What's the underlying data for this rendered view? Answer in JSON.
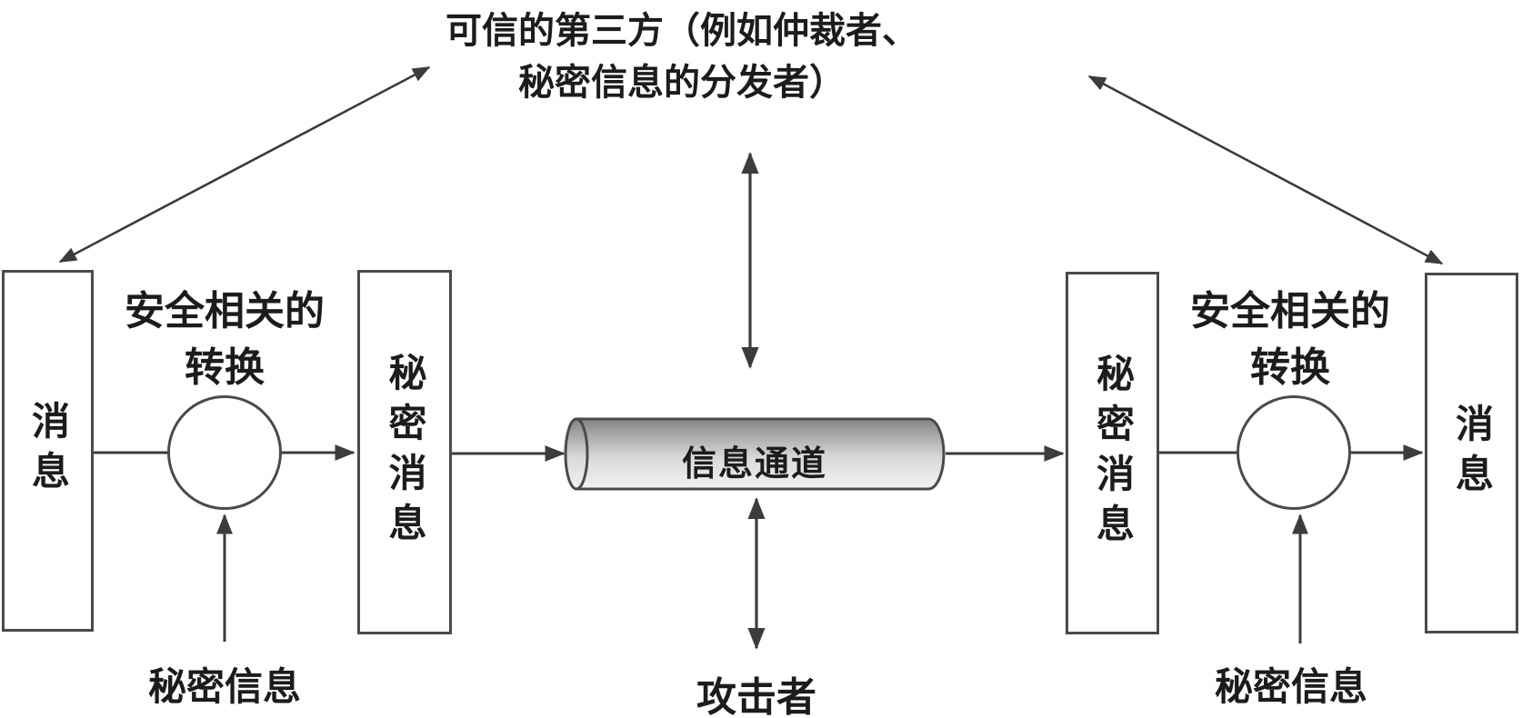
{
  "diagram": {
    "trusted_third_party": {
      "line1": "可信的第三方（例如仲裁者、",
      "line2": "秘密信息的分发者）"
    },
    "sender": {
      "message_box": "消息",
      "transform_line1": "安全相关的",
      "transform_line2": "转换",
      "secret_message_box": "秘密消息",
      "secret_info_label": "秘密信息"
    },
    "receiver": {
      "message_box": "消息",
      "transform_line1": "安全相关的",
      "transform_line2": "转换",
      "secret_message_box": "秘密消息",
      "secret_info_label": "秘密信息"
    },
    "channel": {
      "label": "信息通道"
    },
    "attacker": {
      "label": "攻击者"
    }
  },
  "colors": {
    "line": "#3c3c3c",
    "box_border": "#4a4a4a",
    "text": "#1c1c1c",
    "cylinder_top": "#848484",
    "cylinder_mid": "#d9d9d9",
    "cylinder_bottom": "#f2f2f2",
    "background": "#ffffff"
  }
}
